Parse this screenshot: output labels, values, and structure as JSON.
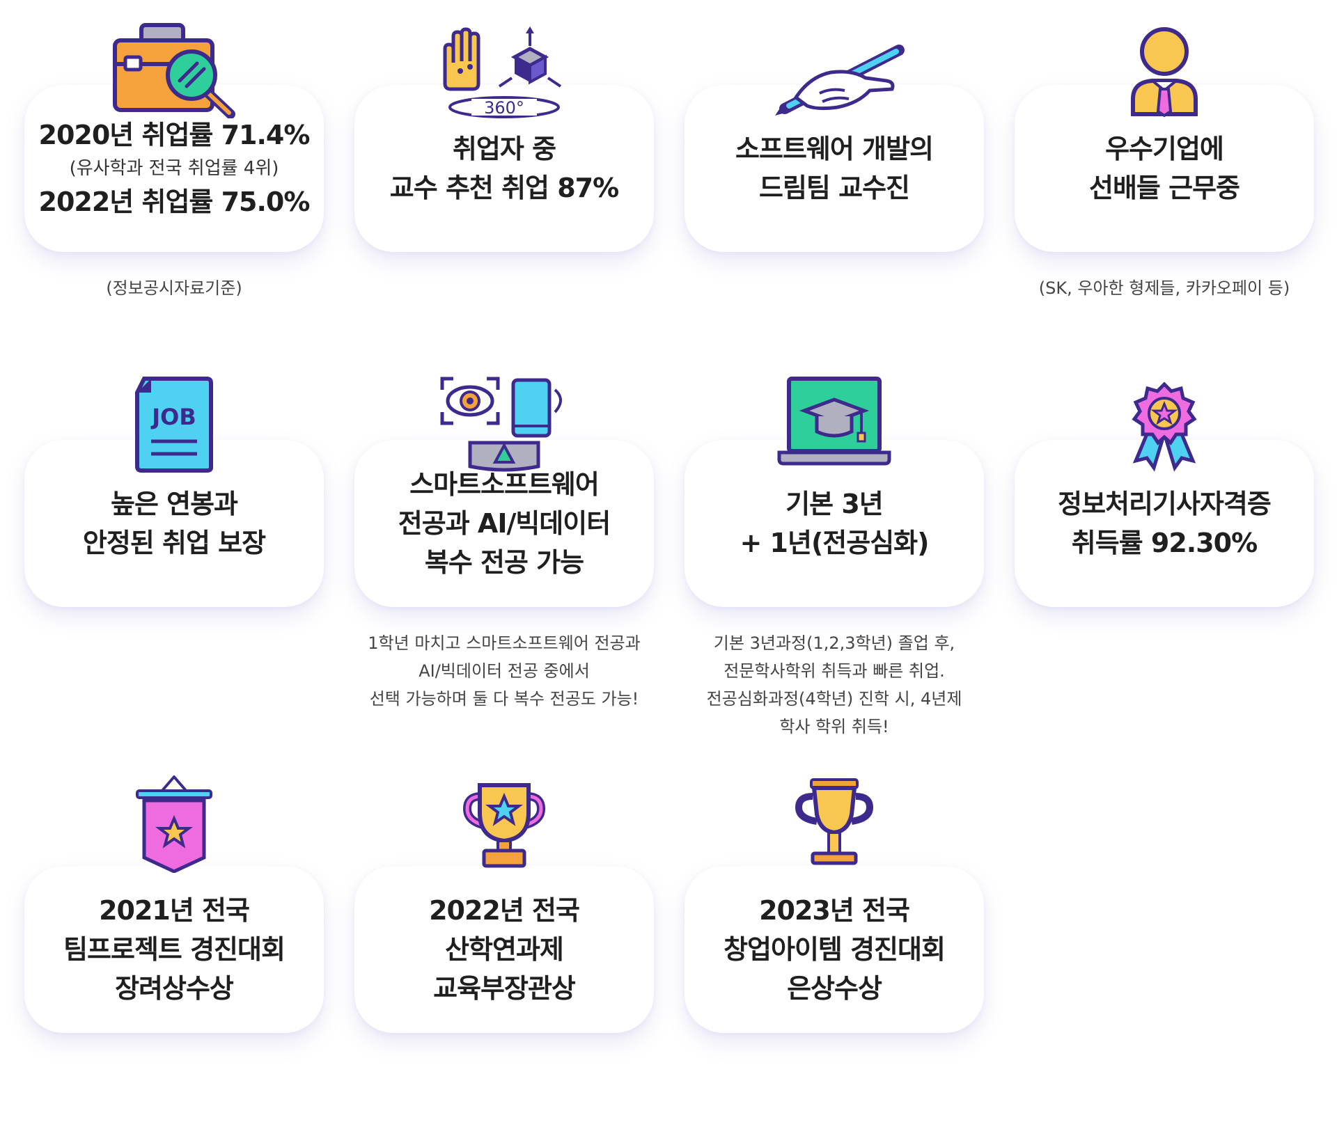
{
  "row1": {
    "c1": {
      "l1": "2020년 취업률 71.4%",
      "l2": "(유사학과 전국 취업률 4위)",
      "l3": "2022년 취업률 75.0%",
      "note": "(정보공시자료기준)",
      "icon": "briefcase-magnifier-icon"
    },
    "c2": {
      "l1": "취업자 중",
      "l2": "교수 추천 취업 87%",
      "icon": "vr-glove-360-icon",
      "icon_text": "360°"
    },
    "c3": {
      "l1": "소프트웨어 개발의",
      "l2": "드림팀 교수진",
      "icon": "hand-pen-icon"
    },
    "c4": {
      "l1": "우수기업에",
      "l2": "선배들 근무중",
      "note": "(SK, 우아한 형제들, 카카오페이 등)",
      "icon": "businessman-icon"
    }
  },
  "row2": {
    "c1": {
      "l1": "높은 연봉과",
      "l2": "안정된 취업 보장",
      "icon": "job-document-icon",
      "icon_text": "JOB"
    },
    "c2": {
      "l1": "스마트소프트웨어",
      "l2": "전공과 AI/빅데이터",
      "l3": "복수 전공 가능",
      "note": [
        "1학년 마치고 스마트소프트웨어 전공과",
        "AI/빅데이터 전공 중에서",
        "선택 가능하며 둘 다 복수 전공도 가능!"
      ],
      "icon": "eye-tracking-phone-icon"
    },
    "c3": {
      "l1": "기본 3년",
      "l2": "+ 1년(전공심화)",
      "note": [
        "기본 3년과정(1,2,3학년) 졸업 후,",
        "전문학사학위 취득과 빠른 취업.",
        "전공심화과정(4학년) 진학 시, 4년제",
        "학사 학위 취득!"
      ],
      "icon": "laptop-graduation-cap-icon"
    },
    "c4": {
      "l1": "정보처리기사자격증",
      "l2": "취득률 92.30%",
      "icon": "award-ribbon-icon"
    }
  },
  "row3": {
    "c1": {
      "l1": "2021년 전국",
      "l2": "팀프로젝트 경진대회",
      "l3": "장려상수상",
      "icon": "pennant-star-icon"
    },
    "c2": {
      "l1": "2022년 전국",
      "l2": "산학연과제",
      "l3": "교육부장관상",
      "icon": "trophy-star-icon"
    },
    "c3": {
      "l1": "2023년 전국",
      "l2": "창업아이템 경진대회",
      "l3": "은상수상",
      "icon": "trophy-cup-icon"
    }
  },
  "colors": {
    "outline": "#3d2a8c",
    "orange": "#f6a23c",
    "teal": "#2ecf9b",
    "cyan": "#4fd1f2",
    "pink": "#ee6be0",
    "yellow": "#f9c74f",
    "gray": "#b0b0c0"
  }
}
